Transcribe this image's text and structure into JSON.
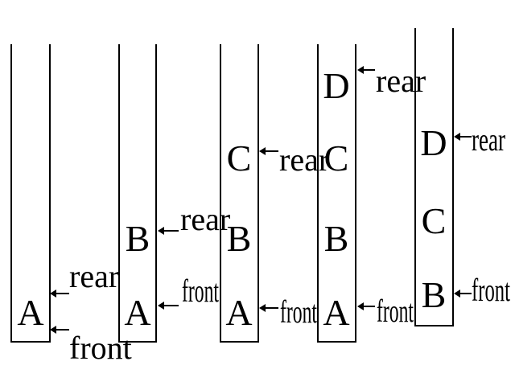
{
  "queues": [
    {
      "items": [
        "A"
      ],
      "pointers": [
        {
          "label": "rear",
          "target": 0
        },
        {
          "label": "front",
          "target": 0
        }
      ]
    },
    {
      "items": [
        "A",
        "B"
      ],
      "pointers": [
        {
          "label": "rear",
          "target": 1
        },
        {
          "label": "front",
          "target": 0
        }
      ]
    },
    {
      "items": [
        "A",
        "B",
        "C"
      ],
      "pointers": [
        {
          "label": "rear",
          "target": 2
        },
        {
          "label": "front",
          "target": 0
        }
      ]
    },
    {
      "items": [
        "A",
        "B",
        "C",
        "D"
      ],
      "pointers": [
        {
          "label": "rear",
          "target": 3
        },
        {
          "label": "front",
          "target": 0
        }
      ]
    },
    {
      "items": [
        "B",
        "C",
        "D"
      ],
      "pointers": [
        {
          "label": "rear",
          "target": 2
        },
        {
          "label": "front",
          "target": 0
        }
      ]
    }
  ]
}
